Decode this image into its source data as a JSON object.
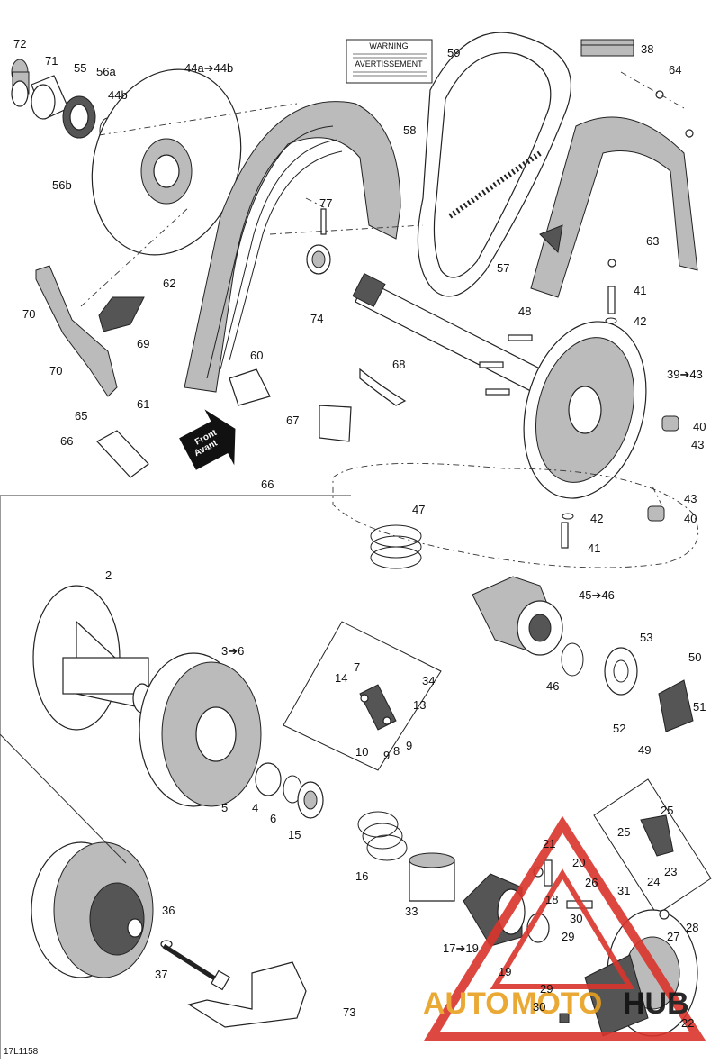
{
  "diagram": {
    "reference_code": "17L1158",
    "front_arrow": {
      "line1": "Front",
      "line2": "Avant"
    },
    "warning_label": {
      "title1": "WARNING",
      "title2": "AVERTISSEMENT"
    },
    "watermark": {
      "part1": "AUTO",
      "part2": "MOTO",
      "part3": "HUB",
      "color": "#e8a020",
      "triangle_color": "#d9342b"
    },
    "callouts": [
      {
        "id": "c72",
        "text": "72"
      },
      {
        "id": "c71",
        "text": "71"
      },
      {
        "id": "c55",
        "text": "55"
      },
      {
        "id": "c56a",
        "text": "56a"
      },
      {
        "id": "c44b",
        "text": "44b"
      },
      {
        "id": "c56b",
        "text": "56b"
      },
      {
        "id": "c44a",
        "text": "44a➔44b"
      },
      {
        "id": "c59",
        "text": "59"
      },
      {
        "id": "c38",
        "text": "38"
      },
      {
        "id": "c64",
        "text": "64"
      },
      {
        "id": "c58",
        "text": "58"
      },
      {
        "id": "c77",
        "text": "77"
      },
      {
        "id": "c63",
        "text": "63"
      },
      {
        "id": "c62",
        "text": "62"
      },
      {
        "id": "c70a",
        "text": "70"
      },
      {
        "id": "c69",
        "text": "69"
      },
      {
        "id": "c70b",
        "text": "70"
      },
      {
        "id": "c74",
        "text": "74"
      },
      {
        "id": "c57",
        "text": "57"
      },
      {
        "id": "c41a",
        "text": "41"
      },
      {
        "id": "c42a",
        "text": "42"
      },
      {
        "id": "c48",
        "text": "48"
      },
      {
        "id": "c60",
        "text": "60"
      },
      {
        "id": "c61",
        "text": "61"
      },
      {
        "id": "c68",
        "text": "68"
      },
      {
        "id": "c3943",
        "text": "39➔43"
      },
      {
        "id": "c40a",
        "text": "40"
      },
      {
        "id": "c43a",
        "text": "43"
      },
      {
        "id": "c65",
        "text": "65"
      },
      {
        "id": "c67",
        "text": "67"
      },
      {
        "id": "c66a",
        "text": "66"
      },
      {
        "id": "c66b",
        "text": "66"
      },
      {
        "id": "c43b",
        "text": "43"
      },
      {
        "id": "c40b",
        "text": "40"
      },
      {
        "id": "c47",
        "text": "47"
      },
      {
        "id": "c42b",
        "text": "42"
      },
      {
        "id": "c41b",
        "text": "41"
      },
      {
        "id": "c2",
        "text": "2"
      },
      {
        "id": "c4546",
        "text": "45➔46"
      },
      {
        "id": "c36",
        "text": "3➔6"
      },
      {
        "id": "c53",
        "text": "53"
      },
      {
        "id": "c50",
        "text": "50"
      },
      {
        "id": "c7",
        "text": "7"
      },
      {
        "id": "c14",
        "text": "14"
      },
      {
        "id": "c34",
        "text": "34"
      },
      {
        "id": "c13",
        "text": "13"
      },
      {
        "id": "c46",
        "text": "46"
      },
      {
        "id": "c51",
        "text": "51"
      },
      {
        "id": "c52",
        "text": "52"
      },
      {
        "id": "c49",
        "text": "49"
      },
      {
        "id": "c10",
        "text": "10"
      },
      {
        "id": "c9a",
        "text": "9"
      },
      {
        "id": "c8",
        "text": "8"
      },
      {
        "id": "c9b",
        "text": "9"
      },
      {
        "id": "c5",
        "text": "5"
      },
      {
        "id": "c4",
        "text": "4"
      },
      {
        "id": "c6",
        "text": "6"
      },
      {
        "id": "c15",
        "text": "15"
      },
      {
        "id": "c25a",
        "text": "25"
      },
      {
        "id": "c25b",
        "text": "25"
      },
      {
        "id": "c21",
        "text": "21"
      },
      {
        "id": "c20",
        "text": "20"
      },
      {
        "id": "c23",
        "text": "23"
      },
      {
        "id": "c24",
        "text": "24"
      },
      {
        "id": "c16",
        "text": "16"
      },
      {
        "id": "c18",
        "text": "18"
      },
      {
        "id": "c26",
        "text": "26"
      },
      {
        "id": "c31",
        "text": "31"
      },
      {
        "id": "c36b",
        "text": "36"
      },
      {
        "id": "c33",
        "text": "33"
      },
      {
        "id": "c30a",
        "text": "30"
      },
      {
        "id": "c28",
        "text": "28"
      },
      {
        "id": "c29a",
        "text": "29"
      },
      {
        "id": "c27",
        "text": "27"
      },
      {
        "id": "c1719",
        "text": "17➔19"
      },
      {
        "id": "c37",
        "text": "37"
      },
      {
        "id": "c19",
        "text": "19"
      },
      {
        "id": "c29b",
        "text": "29"
      },
      {
        "id": "c73",
        "text": "73"
      },
      {
        "id": "c30b",
        "text": "30"
      },
      {
        "id": "c22",
        "text": "22"
      }
    ]
  }
}
